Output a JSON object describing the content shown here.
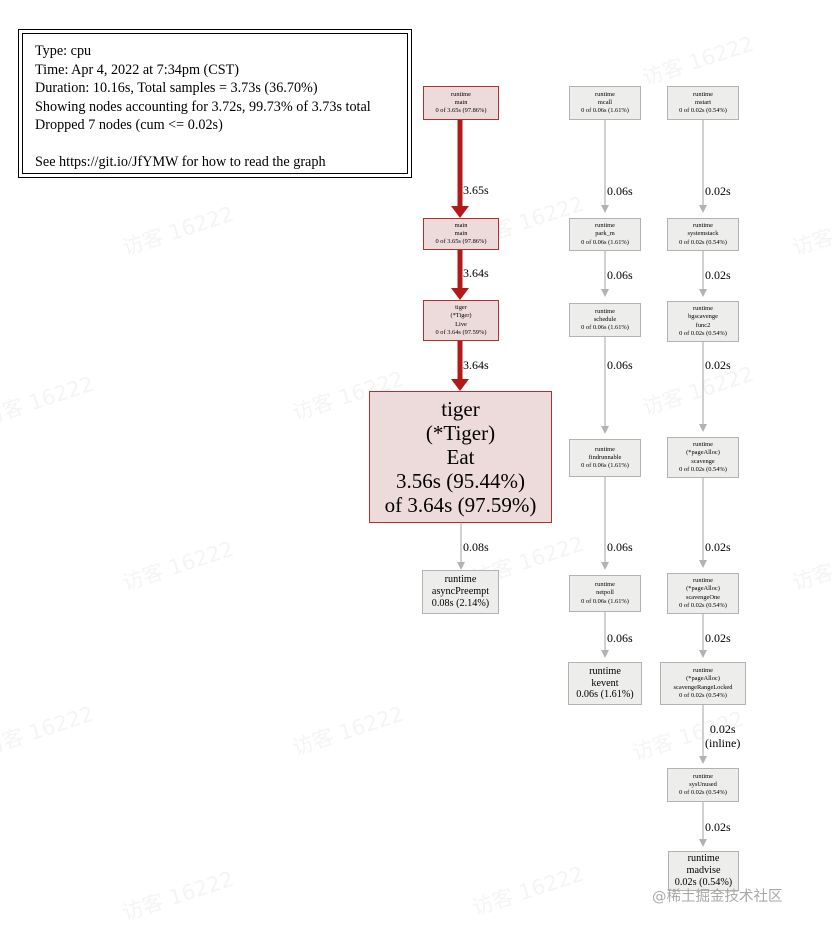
{
  "legend": {
    "lines": [
      "Type: cpu",
      "Time: Apr 4, 2022 at 7:34pm (CST)",
      "Duration: 10.16s, Total samples = 3.73s (36.70%)",
      "Showing nodes accounting for 3.72s, 99.73% of 3.73s total",
      "Dropped 7 nodes (cum <= 0.02s)",
      "See https://git.io/JfYMW for how to read the graph"
    ]
  },
  "nodes": {
    "runtime_main": [
      "runtime",
      "main",
      "0 of 3.65s (97.86%)"
    ],
    "main_main": [
      "main",
      "main",
      "0 of 3.65s (97.86%)"
    ],
    "tiger_live": [
      "tiger",
      "(*Tiger)",
      "Live",
      "0 of 3.64s (97.59%)"
    ],
    "tiger_eat": [
      "tiger",
      "(*Tiger)",
      "Eat",
      "3.56s (95.44%)",
      "of 3.64s (97.59%)"
    ],
    "async_preempt": [
      "runtime",
      "asyncPreempt",
      "0.08s (2.14%)"
    ],
    "mcall": [
      "runtime",
      "mcall",
      "0 of 0.06s (1.61%)"
    ],
    "park_m": [
      "runtime",
      "park_m",
      "0 of 0.06s (1.61%)"
    ],
    "schedule": [
      "runtime",
      "schedule",
      "0 of 0.06s (1.61%)"
    ],
    "findrunnable": [
      "runtime",
      "findrunnable",
      "0 of 0.06s (1.61%)"
    ],
    "netpoll": [
      "runtime",
      "netpoll",
      "0 of 0.06s (1.61%)"
    ],
    "kevent": [
      "runtime",
      "kevent",
      "0.06s (1.61%)"
    ],
    "mstart": [
      "runtime",
      "mstart",
      "0 of 0.02s (0.54%)"
    ],
    "systemstack": [
      "runtime",
      "systemstack",
      "0 of 0.02s (0.54%)"
    ],
    "bgscavenge": [
      "runtime",
      "bgscavenge",
      "func2",
      "0 of 0.02s (0.54%)"
    ],
    "scavenge": [
      "runtime",
      "(*pageAlloc)",
      "scavenge",
      "0 of 0.02s (0.54%)"
    ],
    "scavenge_one": [
      "runtime",
      "(*pageAlloc)",
      "scavengeOne",
      "0 of 0.02s (0.54%)"
    ],
    "scavenge_range_locked": [
      "runtime",
      "(*pageAlloc)",
      "scavengeRangeLocked",
      "0 of 0.02s (0.54%)"
    ],
    "sys_unused": [
      "runtime",
      "sysUnused",
      "0 of 0.02s (0.54%)"
    ],
    "madvise": [
      "runtime",
      "madvise",
      "0.02s (0.54%)"
    ]
  },
  "edges": {
    "e1": "3.65s",
    "e2": "3.64s",
    "e3": "3.64s",
    "e4": "0.08s",
    "e5": "0.06s",
    "e6": "0.06s",
    "e7": "0.06s",
    "e8": "0.06s",
    "e9": "0.06s",
    "e10": "0.02s",
    "e11": "0.02s",
    "e12": "0.02s",
    "e13": "0.02s",
    "e14": "0.02s",
    "e15": [
      "0.02s",
      "(inline)"
    ],
    "e16": "0.02s"
  },
  "colors": {
    "hot_edge": "#b21a19",
    "cold_edge": "#b2b2b2",
    "hot_node_fill": "#eddbdb",
    "hot_node_border": "#b2302f",
    "node_fill": "#ededec",
    "node_border": "#b2b2b2"
  },
  "watermark": "访客 16222",
  "credit": "@稀土掘金技术社区"
}
